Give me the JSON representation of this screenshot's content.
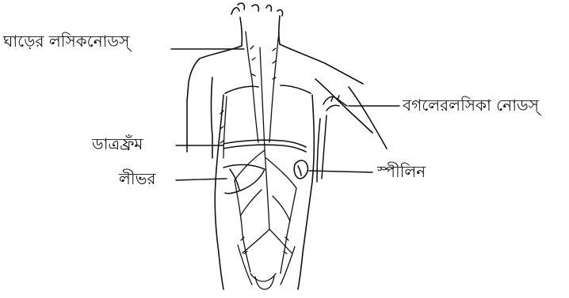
{
  "labels": {
    "neck_lymph_nodes": "ঘাড়ের লসিকনোডস্",
    "axillary_lymph_nodes": "বগলেরলসিকা নোডস্",
    "diaphragm": "ডাত্রফ্রঁম",
    "liver": "লীভর",
    "spleen": "স্পীলিন"
  },
  "colors": {
    "ink": "#111111",
    "background": "#ffffff"
  }
}
